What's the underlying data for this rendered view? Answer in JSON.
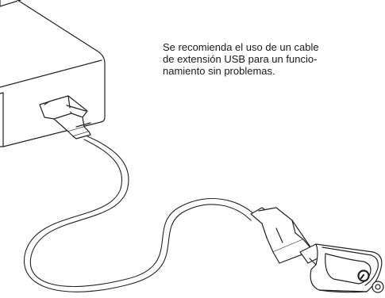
{
  "instruction": {
    "lines": [
      "Se recomienda el uso de un cable",
      "de extensión USB para un funcio-",
      "namiento sin problemas."
    ]
  },
  "colors": {
    "stroke": "#222222",
    "fill": "#ffffff"
  },
  "icons": {
    "device_logo": "circular-arrow-logo-icon"
  }
}
